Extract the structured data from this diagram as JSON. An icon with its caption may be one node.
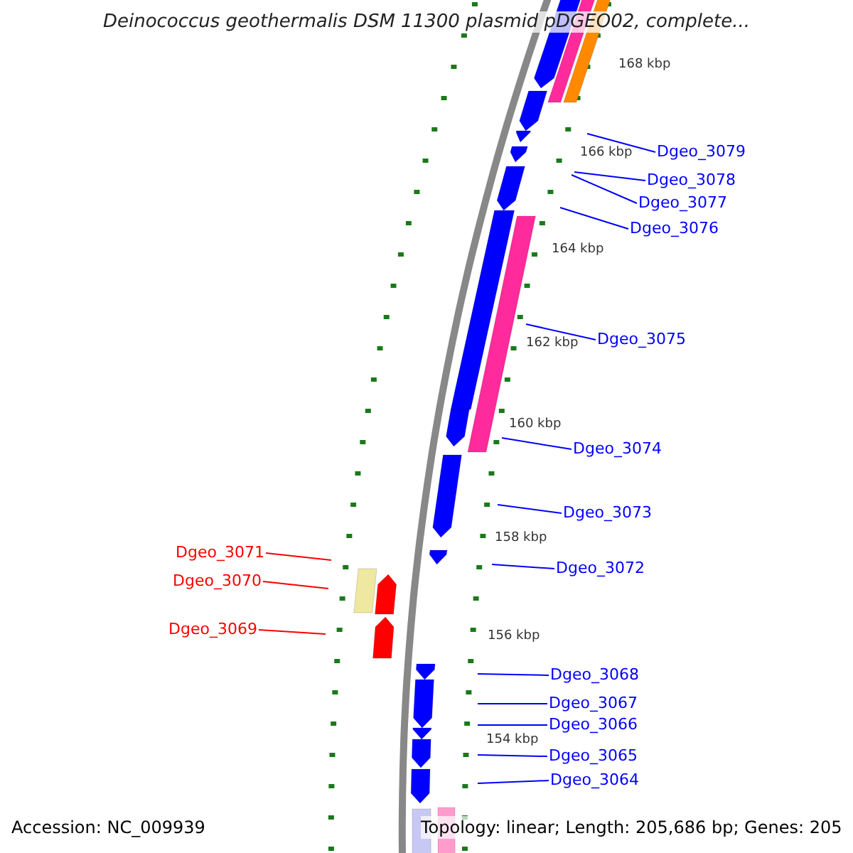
{
  "diagram": {
    "title": "Deinococcus geothermalis DSM 11300 plasmid pDGEO02, complete...",
    "nodes": [
      {
        "text": [
          "Dgeo_3079"
        ]
      },
      {
        "text": [
          "Dgeo_3078"
        ]
      },
      {
        "text": [
          "Dgeo_3077"
        ]
      },
      {
        "text": [
          "Dgeo_3076"
        ]
      },
      {
        "text": [
          "Dgeo_3075"
        ]
      },
      {
        "text": [
          "Dgeo_3074"
        ]
      },
      {
        "text": [
          "Dgeo_3073"
        ]
      },
      {
        "text": [
          "Dgeo_3071"
        ]
      },
      {
        "text": [
          "Dgeo_3072"
        ]
      },
      {
        "text": [
          "Dgeo_3070"
        ]
      },
      {
        "text": [
          "Dgeo_3069"
        ]
      },
      {
        "text": [
          "Dgeo_3068"
        ]
      },
      {
        "text": [
          "Dgeo_3067"
        ]
      },
      {
        "text": [
          "Dgeo_3066"
        ]
      },
      {
        "text": [
          "Dgeo_3065"
        ]
      },
      {
        "text": [
          "Dgeo_3064"
        ]
      }
    ],
    "edges": [
      {
        "from": 0,
        "to": null,
        "arrow": "none"
      },
      {
        "from": 1,
        "to": null,
        "arrow": "none"
      },
      {
        "from": 2,
        "to": null,
        "arrow": "none"
      },
      {
        "from": 3,
        "to": null,
        "arrow": "none"
      },
      {
        "from": 4,
        "to": null,
        "arrow": "none"
      },
      {
        "from": 5,
        "to": null,
        "arrow": "none"
      },
      {
        "from": 6,
        "to": null,
        "arrow": "none"
      },
      {
        "from": 7,
        "to": null,
        "arrow": "none",
        "color": "#ff0000"
      },
      {
        "from": 8,
        "to": null,
        "arrow": "none"
      },
      {
        "from": 9,
        "to": null,
        "arrow": "none",
        "color": "#ff0000"
      },
      {
        "from": 10,
        "to": null,
        "arrow": "none",
        "color": "#ff0000"
      },
      {
        "from": 11,
        "to": null,
        "arrow": "none"
      },
      {
        "from": 12,
        "to": null,
        "arrow": "none"
      },
      {
        "from": 13,
        "to": null,
        "arrow": "none"
      },
      {
        "from": 14,
        "to": null,
        "arrow": "none"
      },
      {
        "from": 15,
        "to": null,
        "arrow": "none"
      }
    ],
    "labels": [
      "168 kbp",
      "166 kbp",
      "164 kbp",
      "162 kbp",
      "160 kbp",
      "158 kbp",
      "156 kbp",
      "154 kbp",
      "Accession: NC_009939",
      "Topology: linear; Length: 205,686 bp; Genes: 205"
    ]
  }
}
